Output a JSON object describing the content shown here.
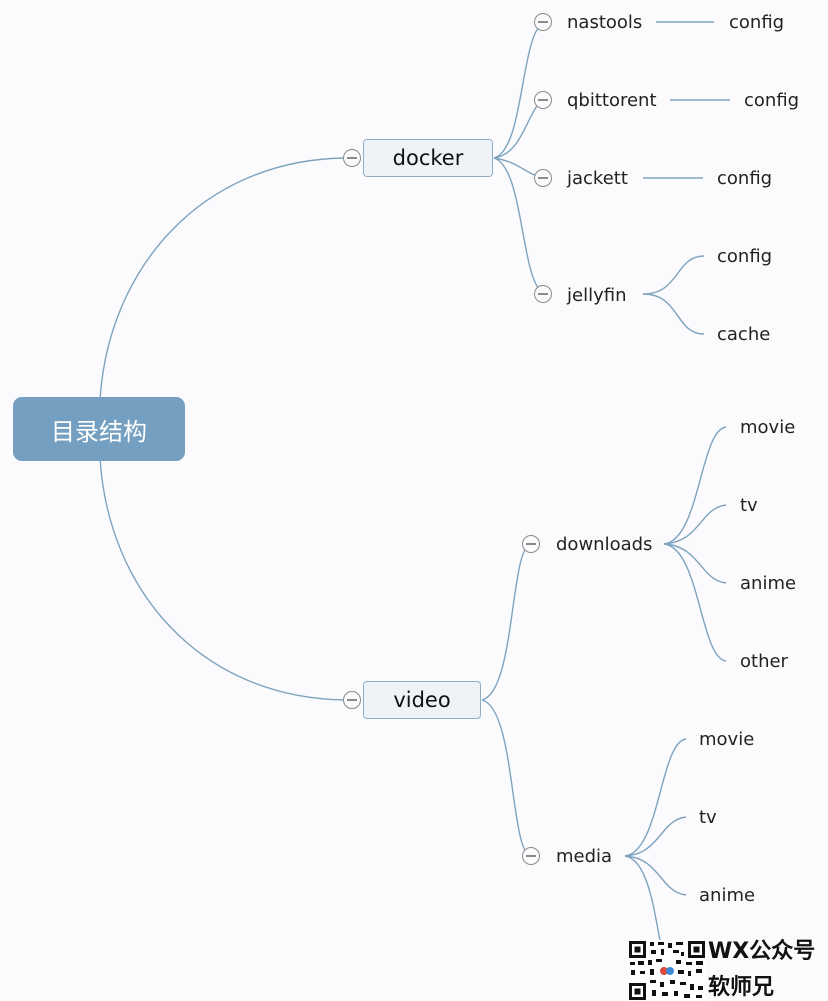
{
  "root": {
    "label": "目录结构"
  },
  "docker": {
    "label": "docker",
    "children": [
      {
        "label": "nastools",
        "children": [
          "config"
        ]
      },
      {
        "label": "qbittorent",
        "children": [
          "config"
        ]
      },
      {
        "label": "jackett",
        "children": [
          "config"
        ]
      },
      {
        "label": "jellyfin",
        "children": [
          "config",
          "cache"
        ]
      }
    ]
  },
  "video": {
    "label": "video",
    "children": [
      {
        "label": "downloads",
        "children": [
          "movie",
          "tv",
          "anime",
          "other"
        ]
      },
      {
        "label": "media",
        "children": [
          "movie",
          "tv",
          "anime"
        ]
      }
    ]
  },
  "watermark": {
    "line1": "WX公众号",
    "line2": "软师兄"
  },
  "colors": {
    "line": "#7fa3bf",
    "root_fill": "#749fc0",
    "box_fill": "#eef3f8",
    "box_border": "#8eaec6"
  }
}
